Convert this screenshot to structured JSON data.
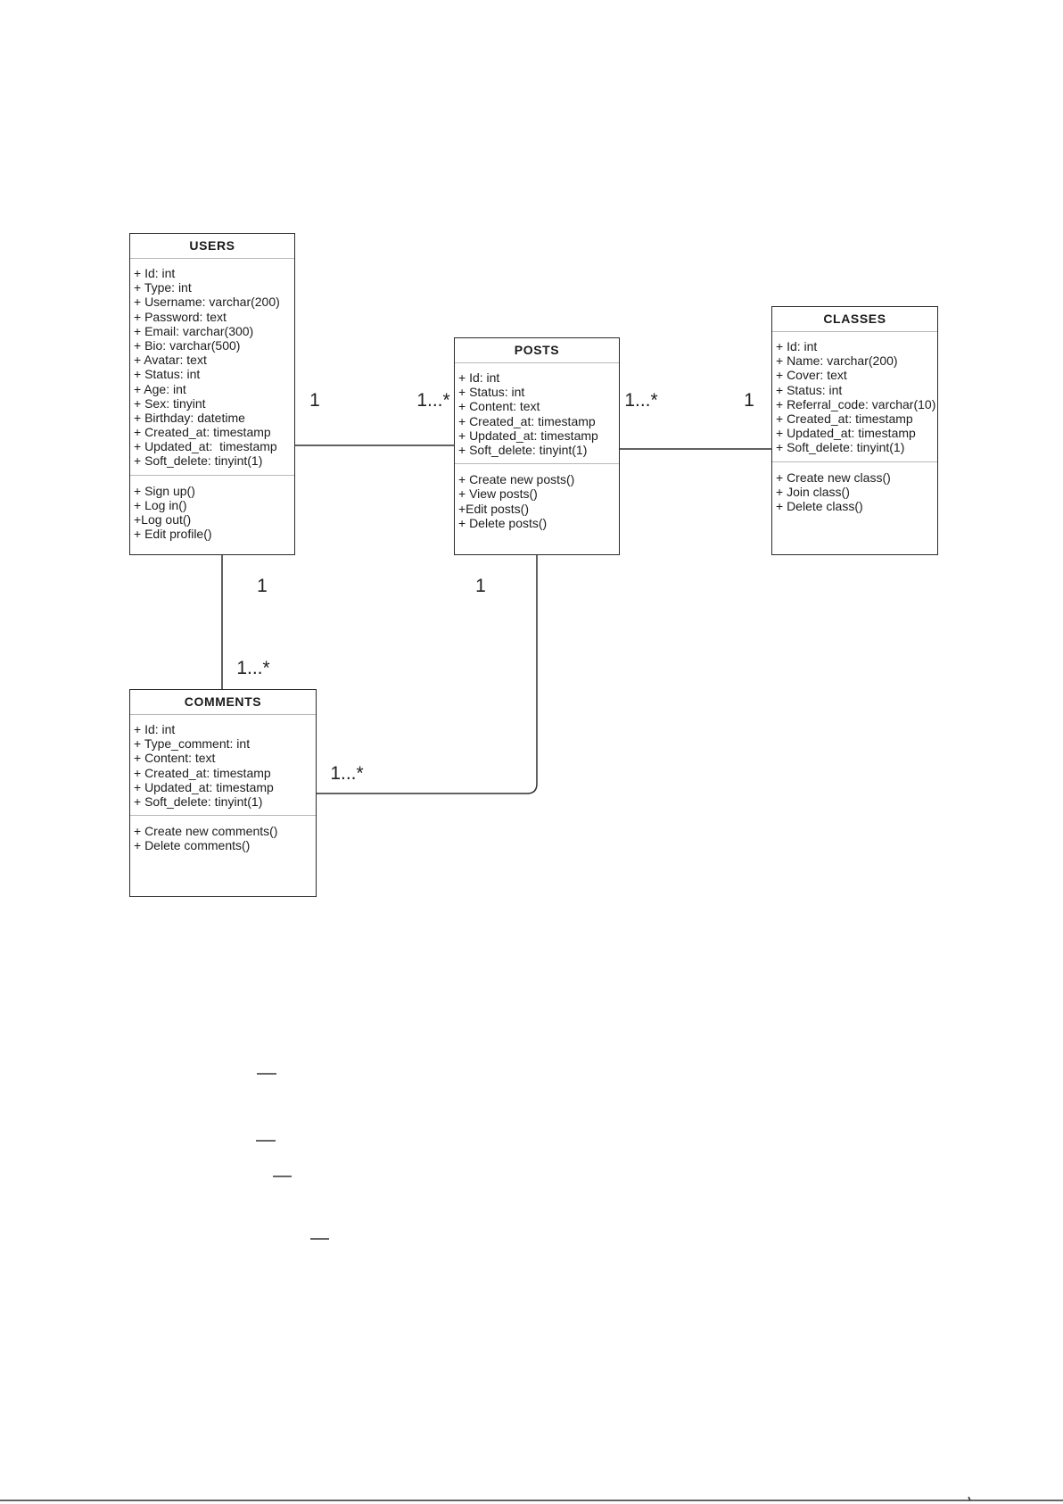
{
  "diagram": {
    "classes": {
      "users": {
        "name": "USERS",
        "attributes": [
          "+ Id: int",
          "+ Type: int",
          "+ Username: varchar(200)",
          "+ Password: text",
          "+ Email: varchar(300)",
          "+ Bio: varchar(500)",
          "+ Avatar: text",
          "+ Status: int",
          "+ Age: int",
          "+ Sex: tinyint",
          "+ Birthday: datetime",
          "+ Created_at: timestamp",
          "+ Updated_at:  timestamp",
          "+ Soft_delete: tinyint(1)"
        ],
        "methods": [
          "+ Sign up()",
          "+ Log in()",
          "+Log out()",
          "+ Edit profile()"
        ]
      },
      "posts": {
        "name": "POSTS",
        "attributes": [
          "+ Id: int",
          "+ Status: int",
          "+ Content: text",
          "+ Created_at: timestamp",
          "+ Updated_at: timestamp",
          "+ Soft_delete: tinyint(1)"
        ],
        "methods": [
          "+ Create new posts()",
          "+ View posts()",
          "+Edit posts()",
          "+ Delete posts()"
        ]
      },
      "classes": {
        "name": "CLASSES",
        "attributes": [
          "+ Id: int",
          "+ Name: varchar(200)",
          "+ Cover: text",
          "+ Status: int",
          "+ Referral_code: varchar(10)",
          "+ Created_at: timestamp",
          "+ Updated_at: timestamp",
          "+ Soft_delete: tinyint(1)"
        ],
        "methods": [
          "+ Create new class()",
          "+ Join class()",
          "+ Delete class()"
        ]
      },
      "comments": {
        "name": "COMMENTS",
        "attributes": [
          "+ Id: int",
          "+ Type_comment: int",
          "+ Content: text",
          "+ Created_at: timestamp",
          "+ Updated_at: timestamp",
          "+ Soft_delete: tinyint(1)"
        ],
        "methods": [
          "+ Create new comments()",
          "+ Delete comments()"
        ]
      }
    },
    "associations": {
      "users_posts": {
        "users_end": "1",
        "posts_end": "1...*"
      },
      "posts_classes": {
        "posts_end": "1...*",
        "classes_end": "1"
      },
      "users_comments": {
        "users_end": "1",
        "comments_end": "1...*"
      },
      "posts_comments": {
        "posts_end": "1",
        "comments_end": "1...*"
      }
    }
  }
}
